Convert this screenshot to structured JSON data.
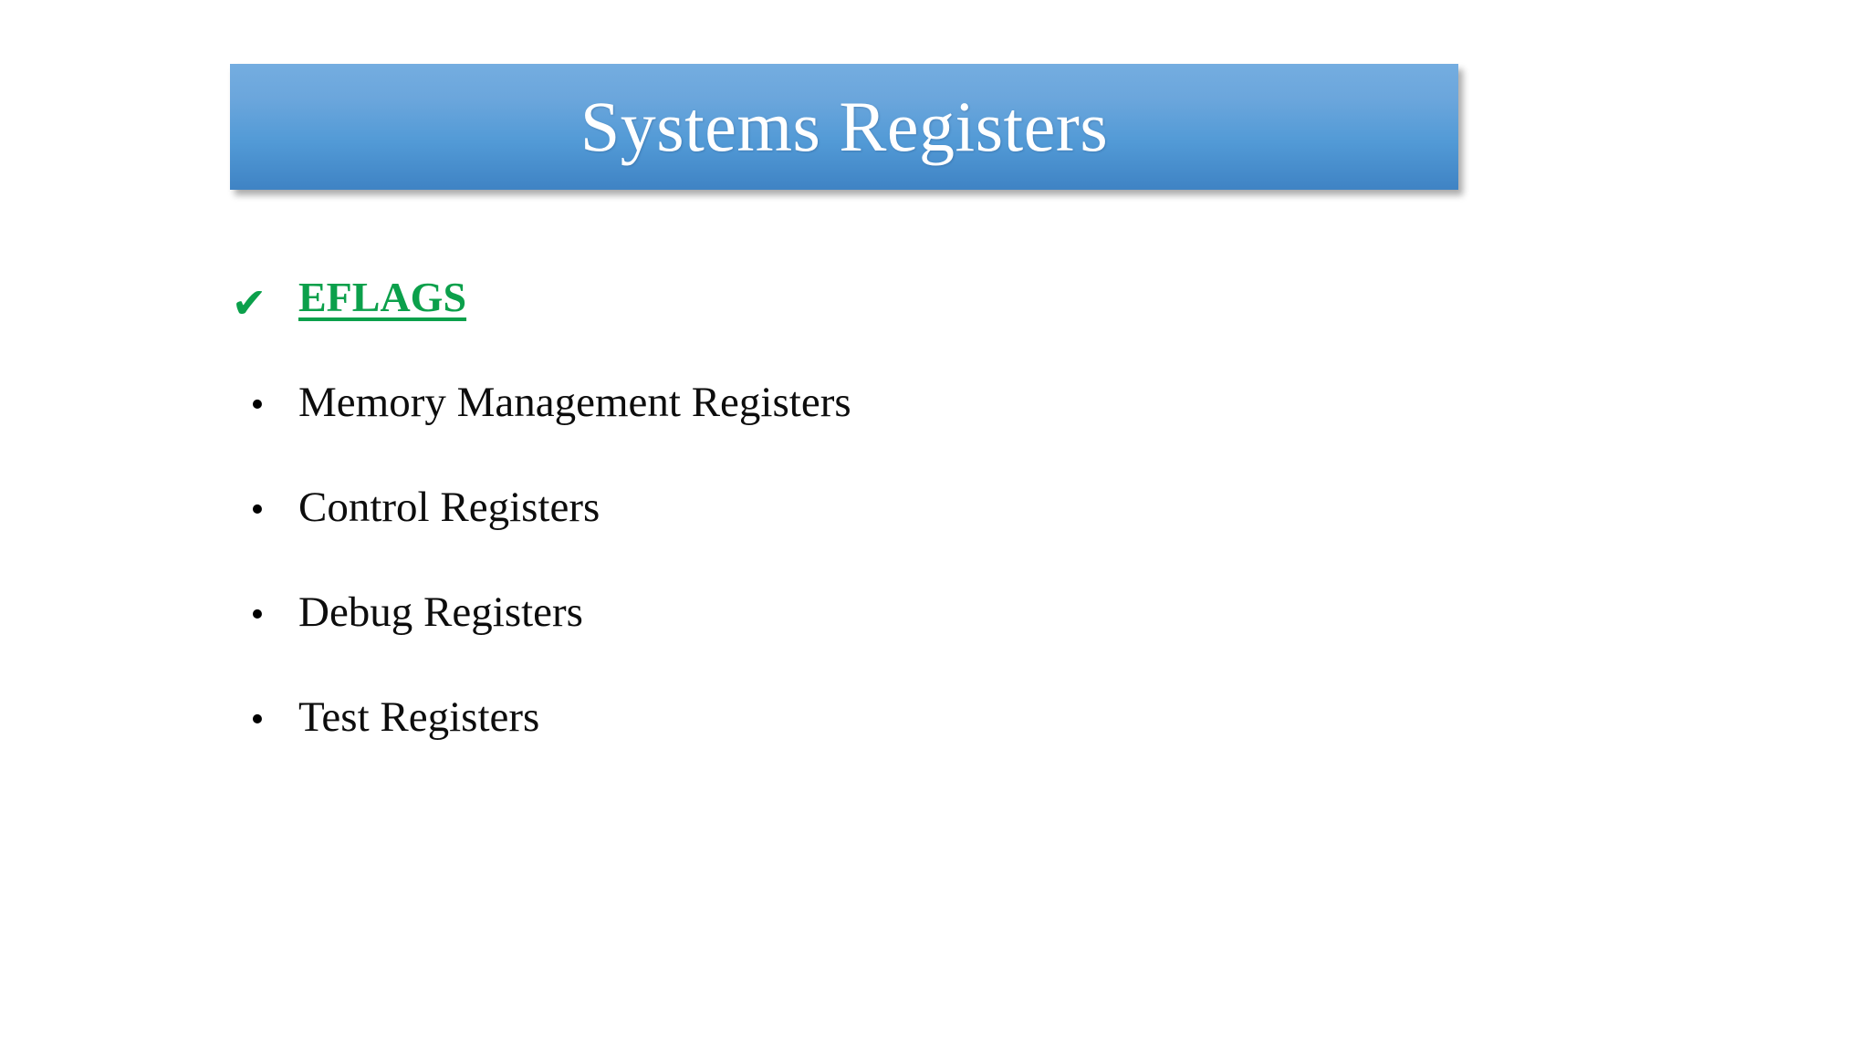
{
  "slide": {
    "background_color": "#FFFFFF",
    "title": {
      "text": "Systems Registers",
      "text_color": "#FFFFFF",
      "banner_gradient_top": "#74ADE0",
      "banner_gradient_bottom": "#3F83C4"
    },
    "content": {
      "items": [
        {
          "marker": "check-icon",
          "marker_glyph": "✔",
          "label": "EFLAGS",
          "color": "#0BA04B",
          "emphasis": "bold-underline"
        },
        {
          "marker": "bullet-icon",
          "marker_glyph": "•",
          "label": "Memory Management Registers",
          "color": "#0D0D0D",
          "emphasis": "none"
        },
        {
          "marker": "bullet-icon",
          "marker_glyph": "•",
          "label": "Control Registers",
          "color": "#0D0D0D",
          "emphasis": "none"
        },
        {
          "marker": "bullet-icon",
          "marker_glyph": "•",
          "label": "Debug Registers",
          "color": "#0D0D0D",
          "emphasis": "none"
        },
        {
          "marker": "bullet-icon",
          "marker_glyph": "•",
          "label": "Test Registers",
          "color": "#0D0D0D",
          "emphasis": "none"
        }
      ]
    }
  }
}
